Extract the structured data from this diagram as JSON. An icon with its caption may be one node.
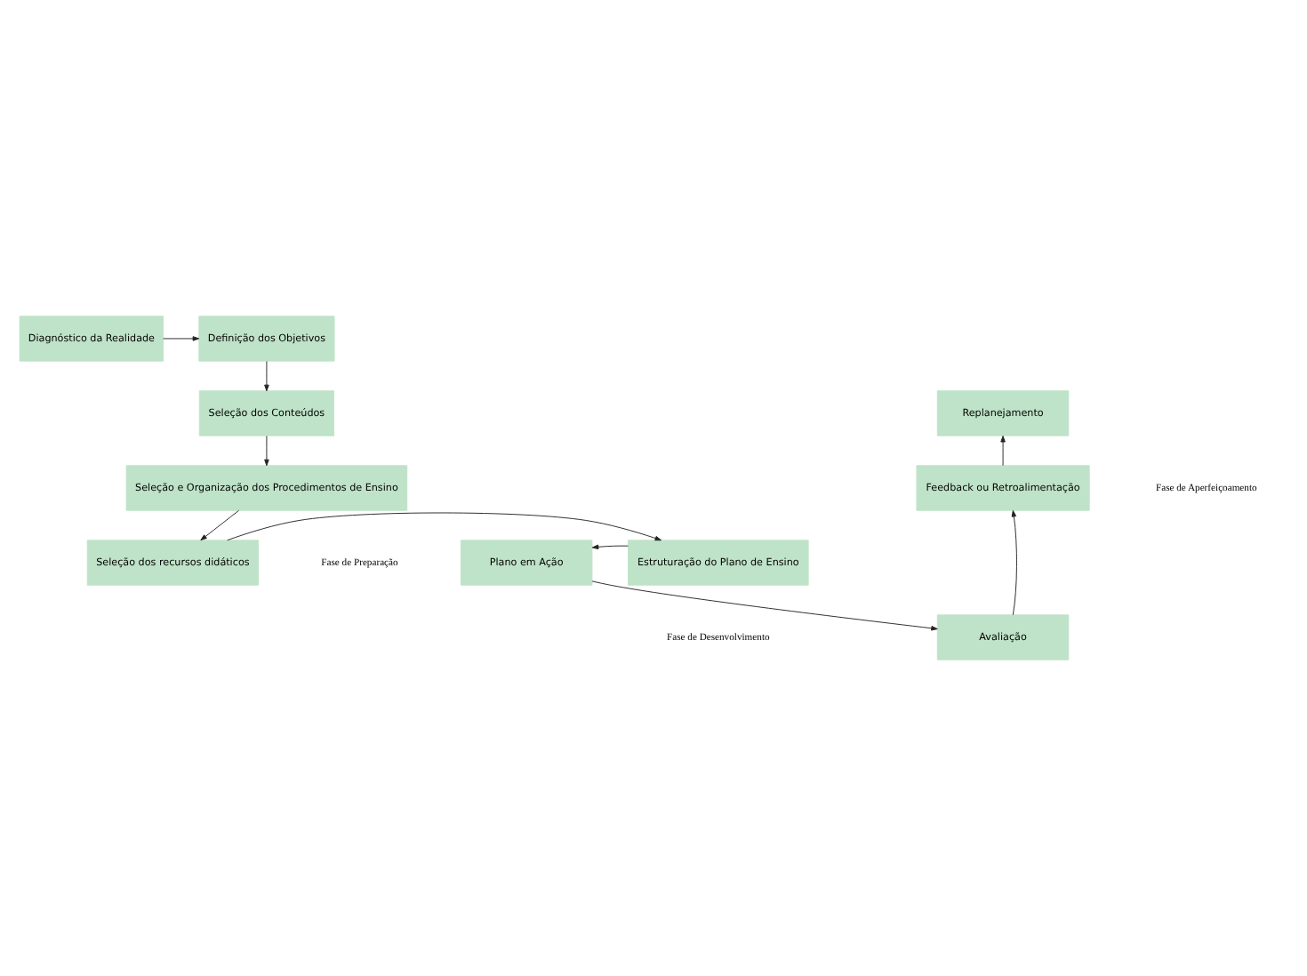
{
  "diagram": {
    "nodes": [
      {
        "text": [
          "Diagnóstico da Realidade"
        ]
      },
      {
        "text": [
          "Definição dos Objetivos"
        ]
      },
      {
        "text": [
          "Replanejamento"
        ]
      },
      {
        "text": [
          "Seleção dos Conteúdos"
        ]
      },
      {
        "text": [
          "Feedback ou Retroalimentação"
        ]
      },
      {
        "text": [
          "Seleção e Organização dos Procedimentos de Ensino"
        ]
      },
      {
        "text": [
          "Avaliação"
        ]
      },
      {
        "text": [
          "Plano em Ação"
        ]
      },
      {
        "text": [
          "Estruturação do Plano de Ensino"
        ]
      },
      {
        "text": [
          "Seleção dos recursos didáticos"
        ]
      }
    ],
    "edges": [
      {
        "from": 0,
        "to": 1,
        "arrow": "to"
      },
      {
        "from": 1,
        "to": 3,
        "arrow": "to"
      },
      {
        "from": 3,
        "to": 5,
        "arrow": "to"
      },
      {
        "from": 5,
        "to": 9,
        "arrow": "to"
      },
      {
        "from": 9,
        "to": 8,
        "arrow": "to"
      },
      {
        "from": 8,
        "to": 7,
        "arrow": "to"
      },
      {
        "from": 7,
        "to": 6,
        "arrow": "to"
      },
      {
        "from": 6,
        "to": 4,
        "arrow": "to"
      },
      {
        "from": 4,
        "to": 2,
        "arrow": "to"
      }
    ],
    "labels": [
      "Fase de Aperfeiçoamento",
      "Fase de Preparação",
      "Fase de Desenvolvimento"
    ]
  }
}
